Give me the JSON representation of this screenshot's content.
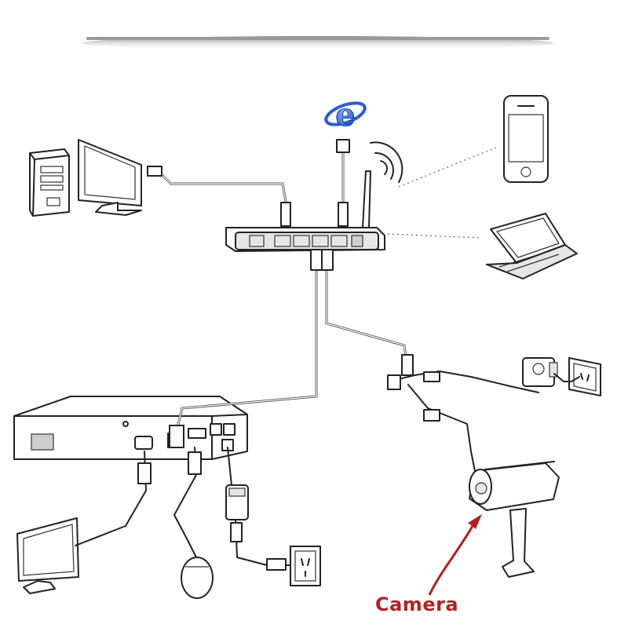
{
  "diagram": {
    "camera_label": "Camera",
    "colors": {
      "label": "#b22222",
      "arrow": "#b22222",
      "ie_icon": "#1f4fd0",
      "line": "#222222"
    },
    "icons": [
      "internet-explorer-icon",
      "wireless-signal-icon",
      "power-outlet-icon"
    ],
    "devices": [
      "desktop-pc-tower",
      "monitor",
      "router",
      "smartphone",
      "laptop",
      "nvr-recorder",
      "mouse",
      "power-adapter",
      "ip-camera",
      "camera-power-adapter"
    ]
  }
}
